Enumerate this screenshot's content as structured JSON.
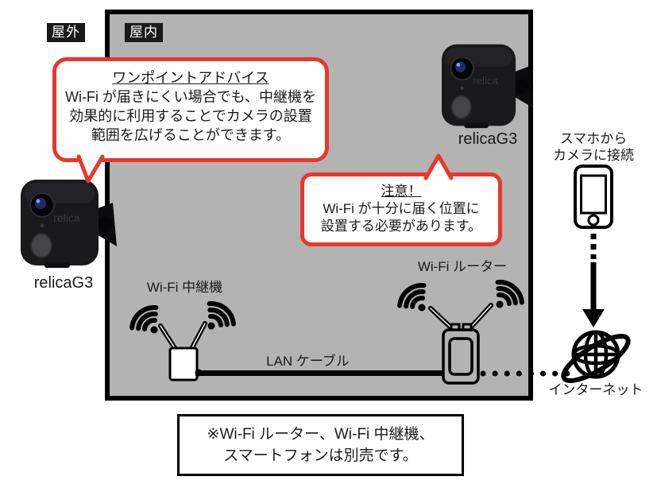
{
  "diagram": {
    "outdoor_label": "屋外",
    "indoor_label": "屋内",
    "advice_bubble": {
      "title": "ワンポイントアドバイス",
      "line1": "Wi-Fi が届きにくい場合でも、中継機を",
      "line2": "効果的に利用することでカメラの設置",
      "line3": "範囲を広げることができます。"
    },
    "caution_bubble": {
      "title": "注意！",
      "line1": "Wi-Fi が十分に届く位置に",
      "line2": "設置する必要があります。"
    },
    "camera_left_label": "relicaG3",
    "camera_right_label": "relicaG3",
    "camera_brand": "relica",
    "repeater_label": "Wi-Fi 中継機",
    "router_label": "Wi-Fi ルーター",
    "lan_cable_label": "LAN ケーブル",
    "phone_caption_line1": "スマホから",
    "phone_caption_line2": "カメラに接続",
    "internet_label": "インターネット",
    "note_box": {
      "line1": "※Wi-Fi ルーター、Wi-Fi 中継機、",
      "line2": "スマートフォンは別売です。"
    }
  },
  "icons": {
    "outdoor_camera": "security-camera-icon",
    "indoor_camera": "security-camera-icon",
    "wifi_wave": "wifi-signal-icon",
    "repeater": "wifi-repeater-icon",
    "router": "wifi-router-icon",
    "smartphone": "smartphone-icon",
    "down_arrow": "down-arrow-icon",
    "internet_globe": "internet-globe-icon"
  },
  "colors": {
    "accent_red": "#e8372e",
    "indoor_fill": "#b3b3b3",
    "outline": "#000000",
    "chip_bg": "#1a1a1a"
  }
}
